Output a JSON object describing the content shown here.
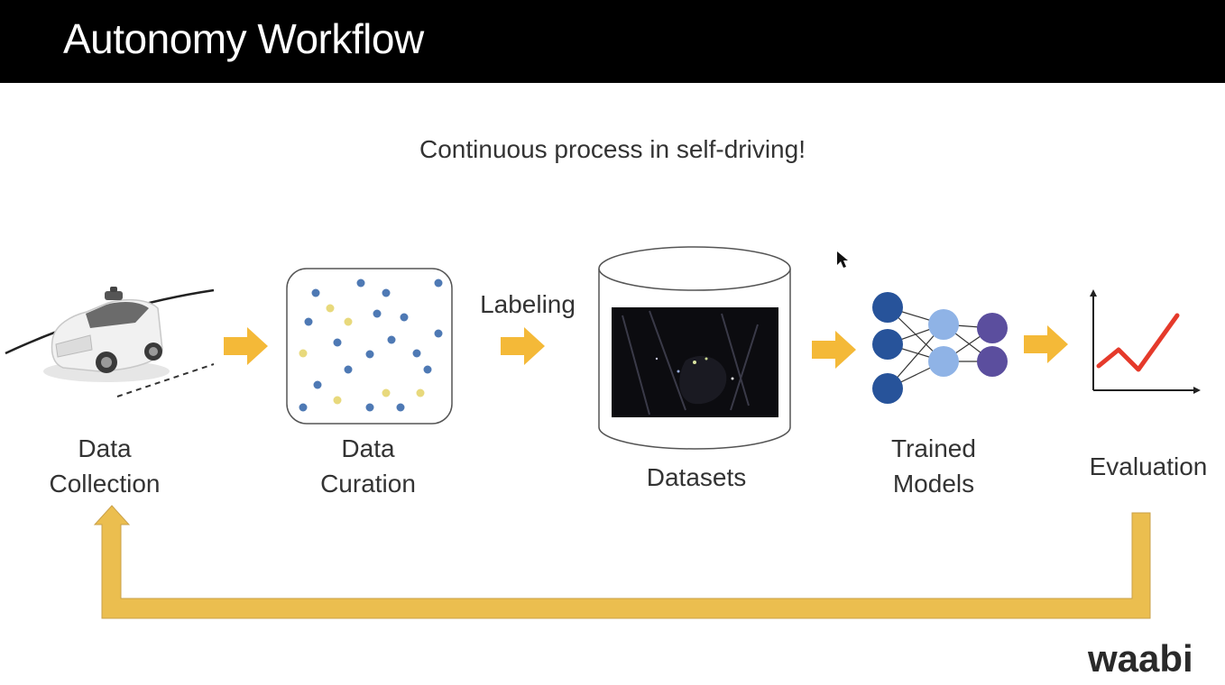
{
  "slide": {
    "title": "Autonomy Workflow",
    "subtitle": "Continuous process in self-driving!"
  },
  "stages": [
    {
      "id": "collection",
      "label_lines": [
        "Data",
        "Collection"
      ],
      "icon": "car-icon"
    },
    {
      "id": "curation",
      "label_lines": [
        "Data",
        "Curation"
      ],
      "icon": "scatter-dots-icon"
    },
    {
      "id": "datasets",
      "label_lines": [
        "Datasets"
      ],
      "icon": "database-cylinder-icon"
    },
    {
      "id": "models",
      "label_lines": [
        "Trained",
        "Models"
      ],
      "icon": "neural-network-icon"
    },
    {
      "id": "evaluation",
      "label_lines": [
        "Evaluation"
      ],
      "icon": "line-chart-icon"
    }
  ],
  "transitions": [
    {
      "from": "collection",
      "to": "curation",
      "label": ""
    },
    {
      "from": "curation",
      "to": "datasets",
      "label": "Labeling"
    },
    {
      "from": "datasets",
      "to": "models",
      "label": ""
    },
    {
      "from": "models",
      "to": "evaluation",
      "label": ""
    }
  ],
  "feedback_loop": {
    "from": "evaluation",
    "to": "collection"
  },
  "brand": {
    "logo_text": "waabi"
  },
  "colors": {
    "title_bar": "#000000",
    "arrow": "#F4B938",
    "loop": "#EBBE4F",
    "dot_blue": "#4E79B4",
    "dot_yellow": "#E8D97C",
    "network_dark": "#27539A",
    "network_light": "#8FB3E6",
    "network_purple": "#5B4E9E",
    "chart_line": "#E53A2B",
    "logo": "#2A2A2A"
  }
}
